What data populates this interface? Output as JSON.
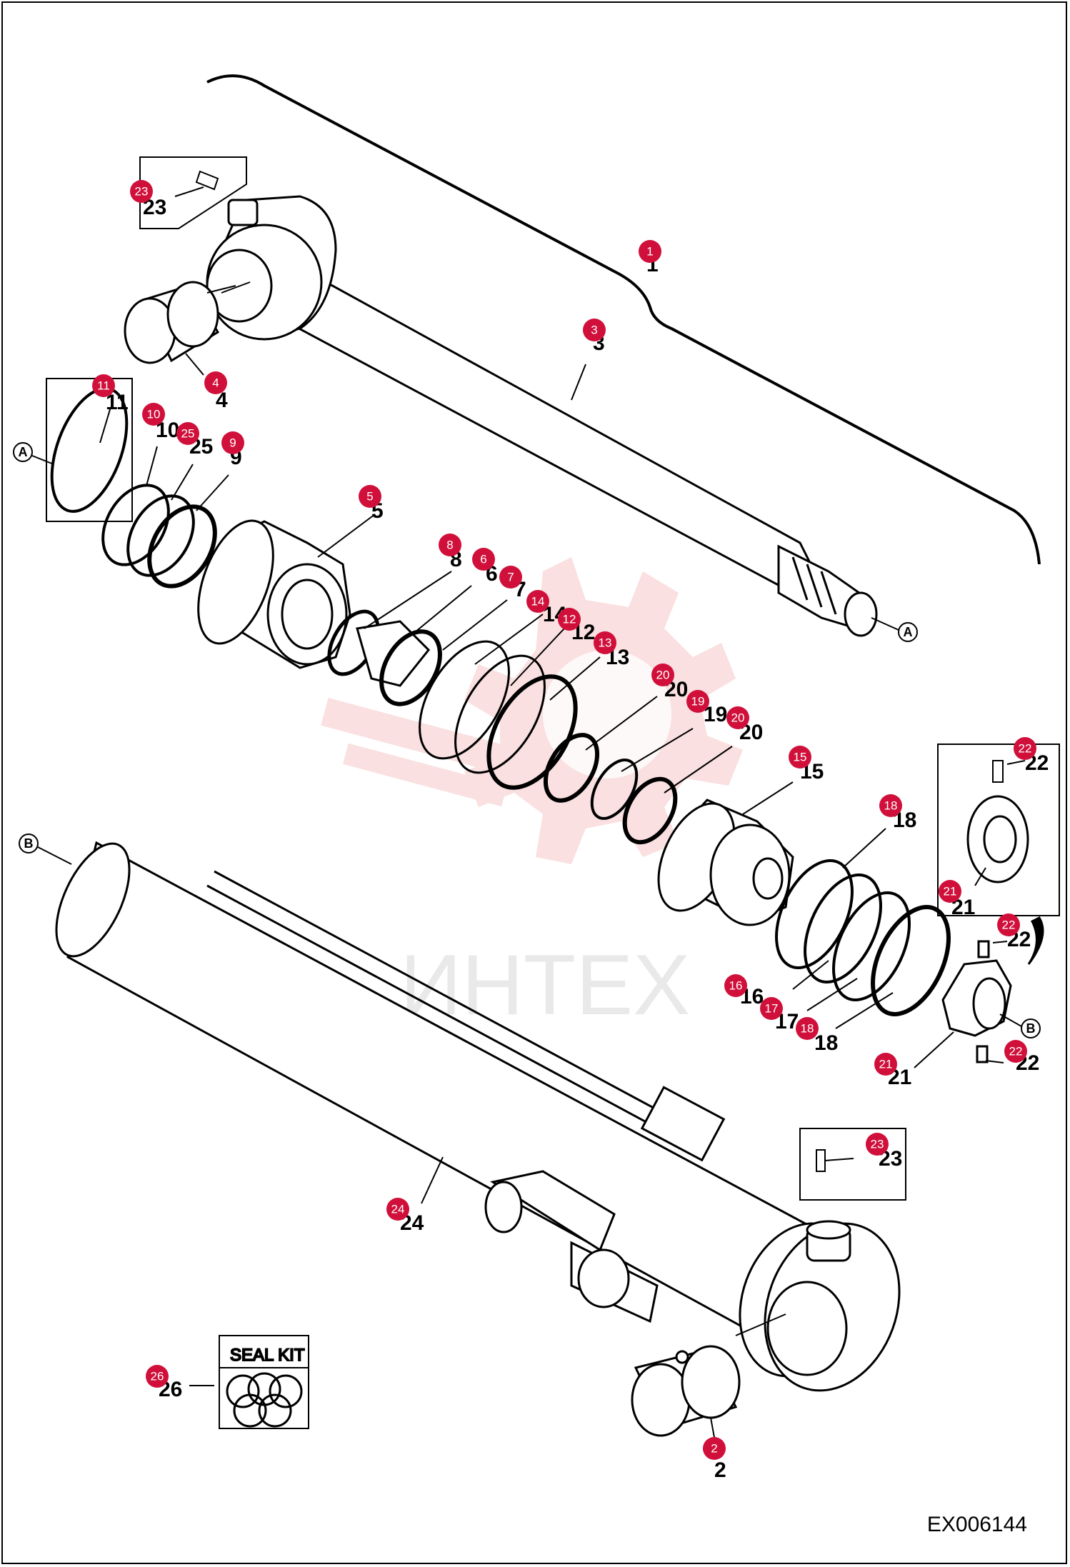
{
  "diagram_code": "EX006144",
  "watermark_text": "ИНТЕХ",
  "seal_kit_label": "SEAL KIT",
  "ref_a": "A",
  "ref_b": "B",
  "badge_color": "#d0103a",
  "callouts": [
    {
      "id": "c1",
      "num": "1"
    },
    {
      "id": "c2",
      "num": "2"
    },
    {
      "id": "c3",
      "num": "3"
    },
    {
      "id": "c4",
      "num": "4"
    },
    {
      "id": "c5",
      "num": "5"
    },
    {
      "id": "c6",
      "num": "6"
    },
    {
      "id": "c7",
      "num": "7"
    },
    {
      "id": "c8",
      "num": "8"
    },
    {
      "id": "c9",
      "num": "9"
    },
    {
      "id": "c10",
      "num": "10"
    },
    {
      "id": "c11",
      "num": "11"
    },
    {
      "id": "c12",
      "num": "12"
    },
    {
      "id": "c13",
      "num": "13"
    },
    {
      "id": "c14",
      "num": "14"
    },
    {
      "id": "c15",
      "num": "15"
    },
    {
      "id": "c16",
      "num": "16"
    },
    {
      "id": "c17",
      "num": "17"
    },
    {
      "id": "c18a",
      "num": "18"
    },
    {
      "id": "c18b",
      "num": "18"
    },
    {
      "id": "c19",
      "num": "19"
    },
    {
      "id": "c20a",
      "num": "20"
    },
    {
      "id": "c20b",
      "num": "20"
    },
    {
      "id": "c21a",
      "num": "21"
    },
    {
      "id": "c21b",
      "num": "21"
    },
    {
      "id": "c22a",
      "num": "22"
    },
    {
      "id": "c22b",
      "num": "22"
    },
    {
      "id": "c22c",
      "num": "22"
    },
    {
      "id": "c22d",
      "num": "22"
    },
    {
      "id": "c23a",
      "num": "23"
    },
    {
      "id": "c23b",
      "num": "23"
    },
    {
      "id": "c24",
      "num": "24"
    },
    {
      "id": "c25",
      "num": "25"
    },
    {
      "id": "c26",
      "num": "26"
    }
  ]
}
